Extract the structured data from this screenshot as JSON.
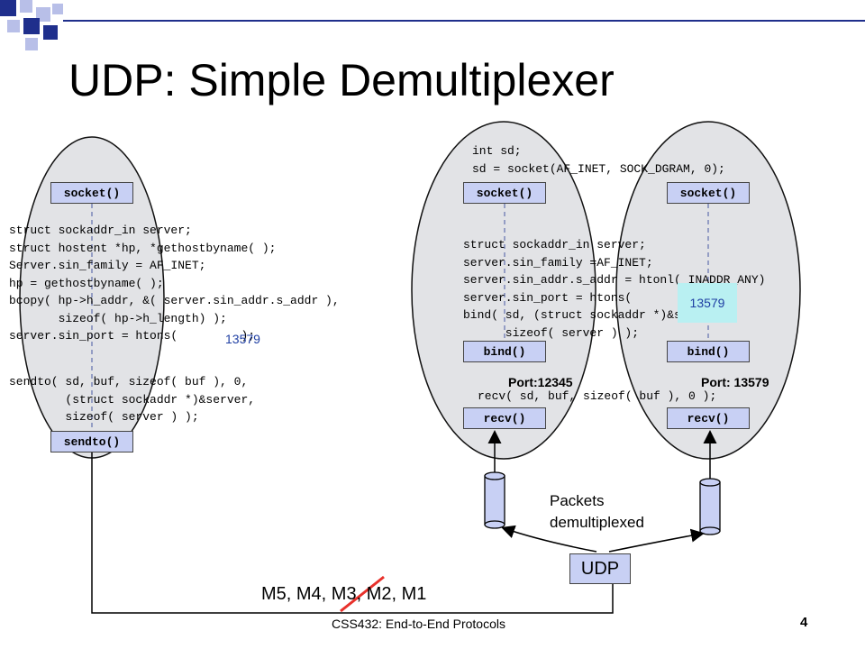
{
  "slide": {
    "title": "UDP: Simple Demultiplexer",
    "footer": "CSS432: End-to-End Protocols",
    "page_number": "4"
  },
  "client": {
    "socket_label": "socket()",
    "setup_code": "struct sockaddr_in server;\nstruct hostent *hp, *gethostbyname( );\nServer.sin_family = AF_INET;\nhp = gethostbyname( );\nbcopy( hp->h_addr, &( server.sin_addr.s_addr ),\n       sizeof( hp->h_length) );\nserver.sin_port = htons(         );",
    "port_value": "13579",
    "send_code": "sendto( sd, buf, sizeof( buf ), 0,\n        (struct sockaddr *)&server,\n        sizeof( server ) );",
    "sendto_label": "sendto()"
  },
  "server": {
    "socket_code": "int sd;\nsd = socket(AF_INET, SOCK_DGRAM, 0);",
    "bind_code": "struct sockaddr_in server;\nserver.sin_family =AF_INET;\nserver.sin_addr.s_addr = htonl( INADDR_ANY)\nserver.sin_port = htons(         );\nbind( sd, (struct sockaddr *)&server,\n      sizeof( server ) );",
    "highlight_port": "13579",
    "recv_code": "recv( sd, buf, sizeof( buf ), 0 );",
    "left": {
      "socket_label": "socket()",
      "bind_label": "bind()",
      "recv_label": "recv()",
      "port_label": "Port:12345"
    },
    "right": {
      "socket_label": "socket()",
      "bind_label": "bind()",
      "recv_label": "recv()",
      "port_label": "Port: 13579"
    }
  },
  "network": {
    "udp_label": "UDP",
    "packets_label": "Packets\ndemultiplexed",
    "messages": "M5, M4, M3, M2, M1"
  },
  "colors": {
    "process_fill": "#c8d0f4",
    "title_square_navy": "#1f2f8c",
    "title_square_lavender": "#b8bfe8",
    "highlight_cyan": "#b9f0f2",
    "strike_red": "#e8312b"
  }
}
